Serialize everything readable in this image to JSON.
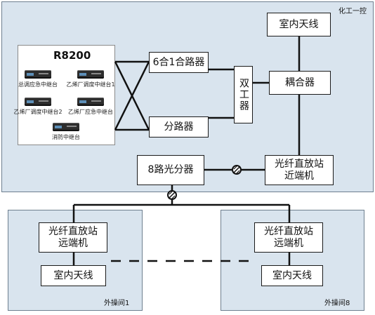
{
  "regions": {
    "main": {
      "label": "化工一控"
    },
    "remote_left": {
      "label": "外操间1"
    },
    "remote_right": {
      "label": "外操间8"
    }
  },
  "r8200": {
    "title": "R8200",
    "devices": [
      {
        "label": "总调应急中继台"
      },
      {
        "label": "乙烯厂调度中继台1"
      },
      {
        "label": "乙烯厂调度中继台2"
      },
      {
        "label": "乙烯厂应急中继台"
      },
      {
        "label": "消防中继台"
      }
    ]
  },
  "boxes": {
    "combiner": "6合1合路器",
    "splitter": "分路器",
    "duplexer": "双工器",
    "coupler": "耦合器",
    "indoor_antenna_main": "室内天线",
    "optical_splitter": "8路光分器",
    "near_end": "光纤直放站\n近端机",
    "far_end_left": "光纤直放站\n远端机",
    "indoor_antenna_left": "室内天线",
    "far_end_right": "光纤直放站\n远端机",
    "indoor_antenna_right": "室内天线"
  }
}
